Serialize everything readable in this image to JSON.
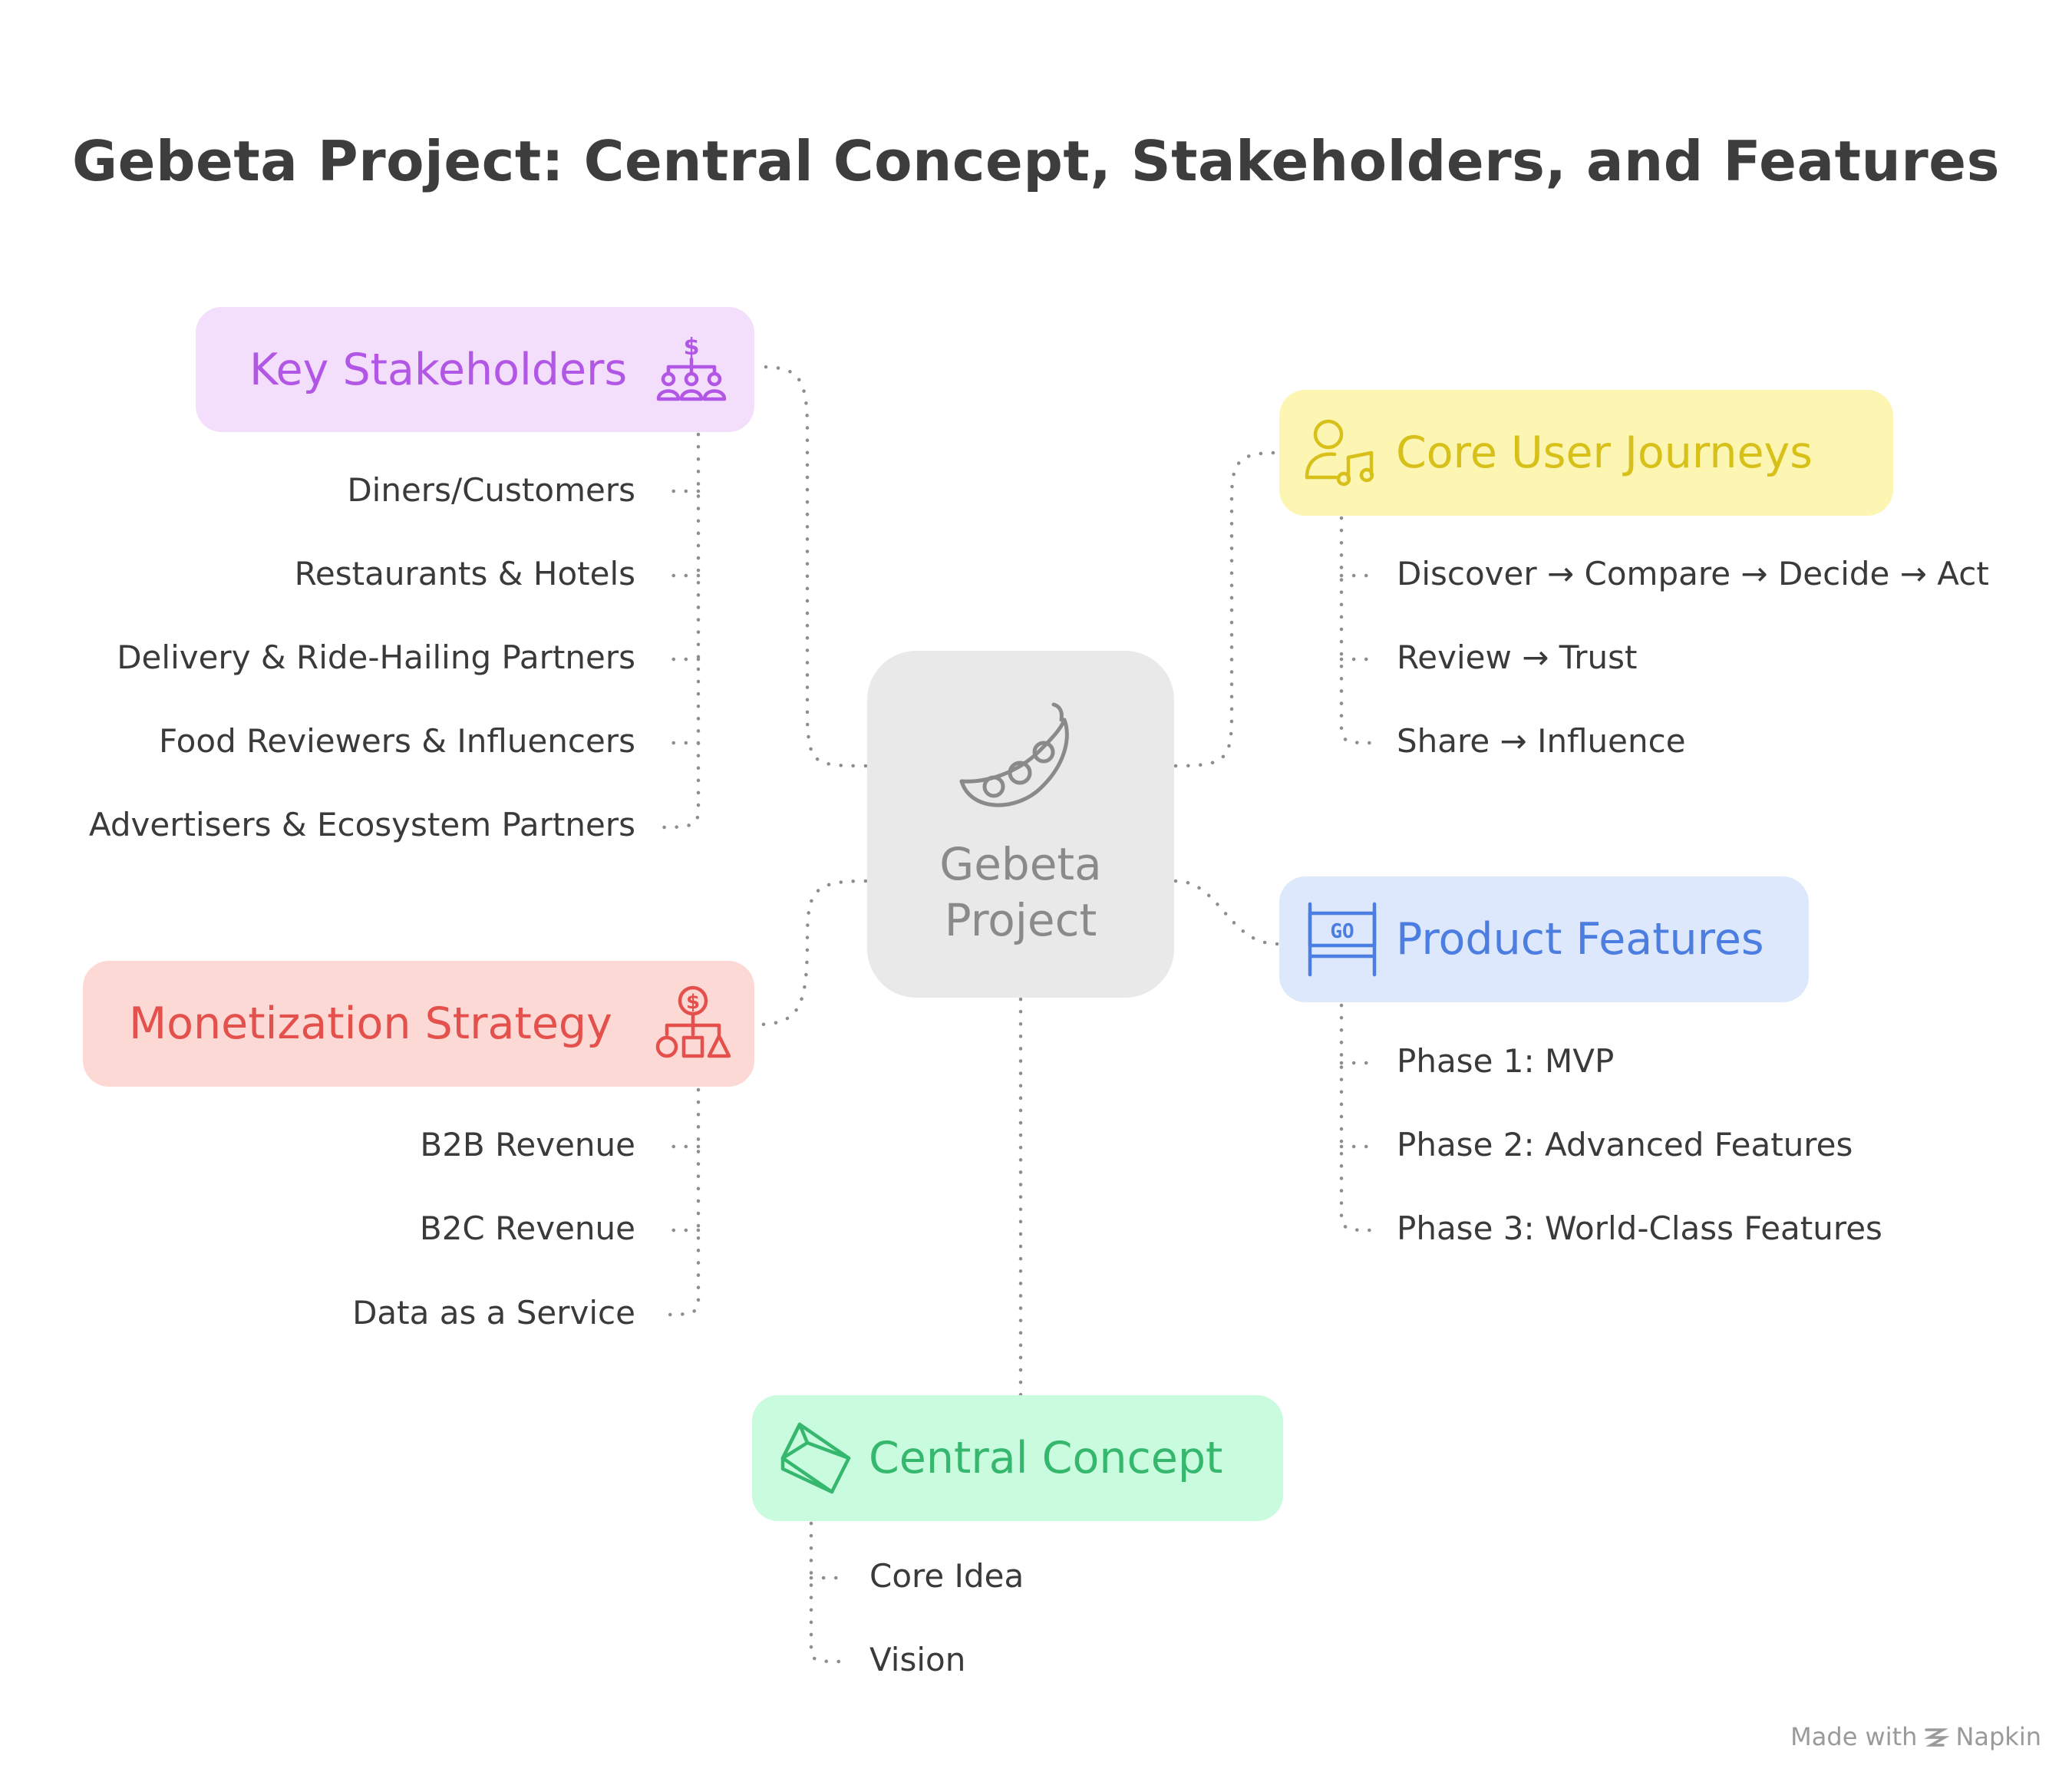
{
  "title": "Gebeta Project: Central Concept, Stakeholders, and Features",
  "center": {
    "line1": "Gebeta",
    "line2": "Project",
    "icon": "pea-pod-icon"
  },
  "branches": {
    "stakeholders": {
      "label": "Key Stakeholders",
      "color": "#b256e6",
      "bg": "#f3defb",
      "icon": "org-chart-money-icon",
      "items": [
        "Diners/Customers",
        "Restaurants & Hotels",
        "Delivery & Ride-Hailing Partners",
        "Food Reviewers & Influencers",
        "Advertisers & Ecosystem Partners"
      ]
    },
    "journeys": {
      "label": "Core User Journeys",
      "color": "#d8c01a",
      "bg": "#fcf6b2",
      "icon": "user-music-icon",
      "items": [
        "Discover → Compare → Decide → Act",
        "Review → Trust",
        "Share → Influence"
      ]
    },
    "features": {
      "label": "Product Features",
      "color": "#4b7ee0",
      "bg": "#dde8fc",
      "icon": "go-banner-icon",
      "items": [
        "Phase 1: MVP",
        "Phase 2: Advanced Features",
        "Phase 3: World-Class Features"
      ]
    },
    "monetization": {
      "label": "Monetization Strategy",
      "color": "#e4504b",
      "bg": "#fdd9d6",
      "icon": "money-hierarchy-icon",
      "items": [
        "B2B Revenue",
        "B2C Revenue",
        "Data as a Service"
      ]
    },
    "concept": {
      "label": "Central Concept",
      "color": "#35b86d",
      "bg": "#c9fbdf",
      "icon": "cube-tag-icon",
      "items": [
        "Core Idea",
        "Vision"
      ]
    }
  },
  "footer": {
    "made_with": "Made with",
    "brand": "Napkin"
  }
}
